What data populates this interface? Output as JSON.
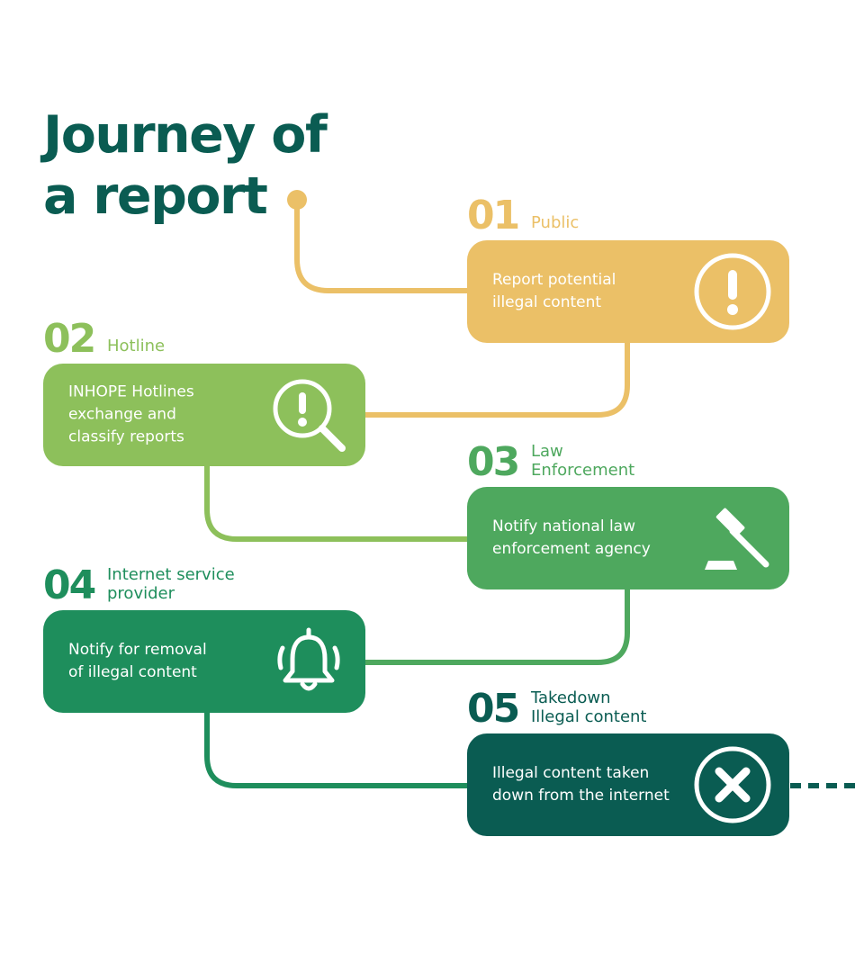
{
  "title": {
    "line1": "Journey of",
    "line2": "a report"
  },
  "colors": {
    "title": "#0a5c52",
    "step1": "#ebc067",
    "step2": "#8dc05b",
    "step3": "#4ea85e",
    "step4": "#1e8e5c",
    "step5": "#0a5c52"
  },
  "steps": [
    {
      "number": "01",
      "label": "Public",
      "text": "Report potential\nillegal content",
      "icon": "exclamation-circle-icon"
    },
    {
      "number": "02",
      "label": "Hotline",
      "text": "INHOPE Hotlines\nexchange and\nclassify reports",
      "icon": "magnifier-exclamation-icon"
    },
    {
      "number": "03",
      "label": "Law\nEnforcement",
      "text": "Notify national law\nenforcement agency",
      "icon": "gavel-icon"
    },
    {
      "number": "04",
      "label": "Internet service\nprovider",
      "text": "Notify for removal\nof illegal content",
      "icon": "bell-icon"
    },
    {
      "number": "05",
      "label": "Takedown\nIllegal content",
      "text": "Illegal content taken\ndown from the internet",
      "icon": "x-circle-icon"
    }
  ]
}
